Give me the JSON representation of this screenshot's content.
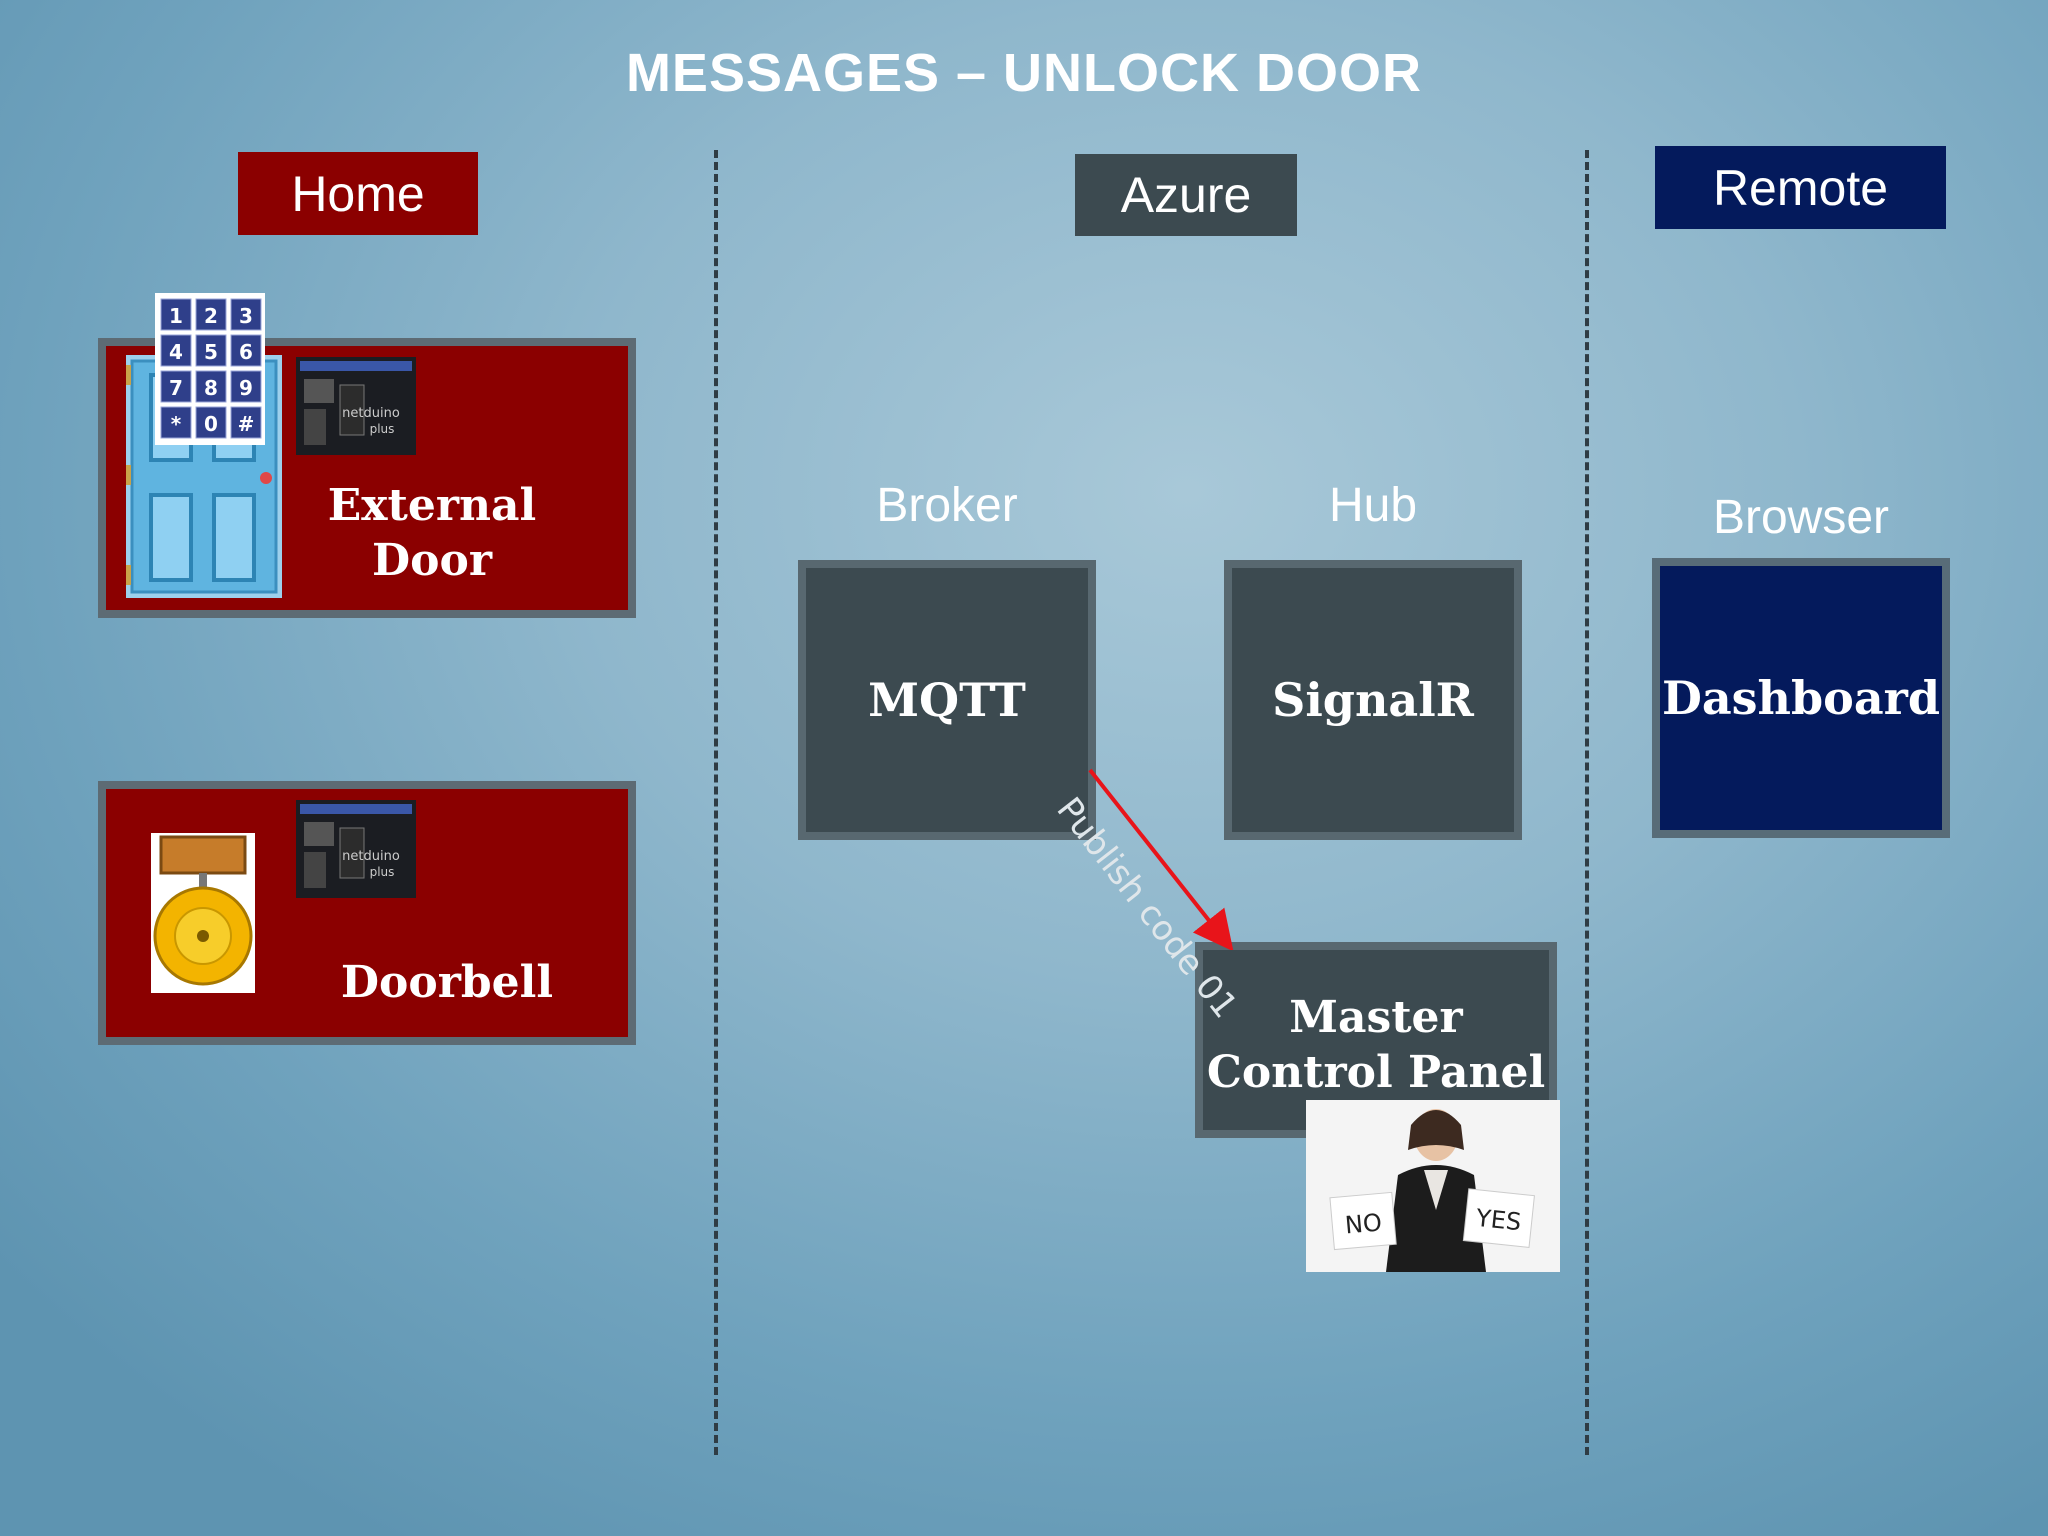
{
  "title": "MESSAGES – UNLOCK DOOR",
  "columns": {
    "home": {
      "label": "Home"
    },
    "azure": {
      "label": "Azure"
    },
    "remote": {
      "label": "Remote"
    }
  },
  "home": {
    "external_door": {
      "label_line1": "External",
      "label_line2": "Door"
    },
    "doorbell": {
      "label": "Doorbell"
    },
    "board_text": "netduino plus",
    "keypad_keys": [
      "1",
      "2",
      "3",
      "4",
      "5",
      "6",
      "7",
      "8",
      "9",
      "*",
      "0",
      "#"
    ]
  },
  "azure": {
    "broker": {
      "caption": "Broker",
      "label": "MQTT"
    },
    "hub": {
      "caption": "Hub",
      "label": "SignalR"
    },
    "master": {
      "label_line1": "Master",
      "label_line2": "Control Panel"
    },
    "arrow_label": "Publish code 01"
  },
  "remote": {
    "browser": {
      "caption": "Browser",
      "label": "Dashboard"
    }
  },
  "photo": {
    "sign_left": "NO",
    "sign_right": "YES"
  },
  "colors": {
    "home": "#8b0000",
    "azure": "#3c4a50",
    "remote": "#041a5c",
    "arrow": "#e8141a"
  },
  "icons": [
    "keypad-icon",
    "door-icon",
    "circuit-board-icon",
    "bell-icon",
    "person-photo"
  ]
}
